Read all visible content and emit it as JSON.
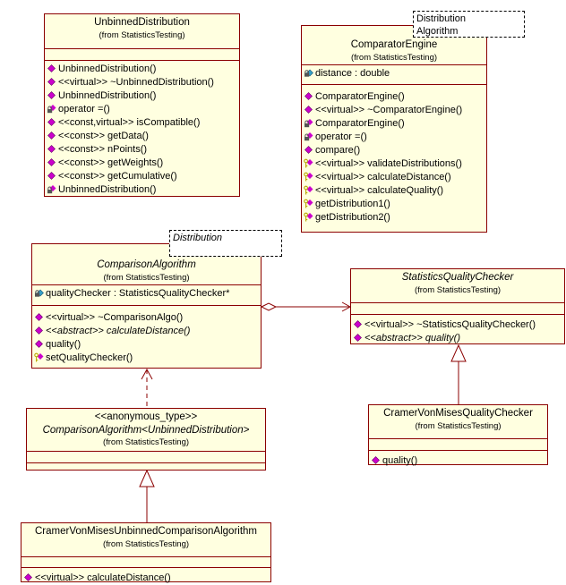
{
  "classes": {
    "unbinned": {
      "name": "UnbinnedDistribution",
      "from": "(from StatisticsTesting)",
      "operations": [
        {
          "text": "UnbinnedDistribution()",
          "icon": "public"
        },
        {
          "text": "<<virtual>> ~UnbinnedDistribution()",
          "icon": "public"
        },
        {
          "text": "UnbinnedDistribution()",
          "icon": "public"
        },
        {
          "text": "operator =()",
          "icon": "private"
        },
        {
          "text": "<<const,virtual>> isCompatible()",
          "icon": "public"
        },
        {
          "text": "<<const>> getData()",
          "icon": "public"
        },
        {
          "text": "<<const>> nPoints()",
          "icon": "public"
        },
        {
          "text": "<<const>> getWeights()",
          "icon": "public"
        },
        {
          "text": "<<const>> getCumulative()",
          "icon": "public"
        },
        {
          "text": "UnbinnedDistribution()",
          "icon": "private"
        }
      ]
    },
    "comparator": {
      "template": [
        "Distribution",
        "Algorithm"
      ],
      "name": "ComparatorEngine",
      "from": "(from StatisticsTesting)",
      "attributes": [
        {
          "text": "distance : double",
          "icon": "private-attr"
        }
      ],
      "operations": [
        {
          "text": "ComparatorEngine()",
          "icon": "public"
        },
        {
          "text": "<<virtual>> ~ComparatorEngine()",
          "icon": "public"
        },
        {
          "text": "ComparatorEngine()",
          "icon": "private"
        },
        {
          "text": "operator =()",
          "icon": "private"
        },
        {
          "text": "compare()",
          "icon": "public"
        },
        {
          "text": "<<virtual>> validateDistributions()",
          "icon": "protected"
        },
        {
          "text": "<<virtual>> calculateDistance()",
          "icon": "protected"
        },
        {
          "text": "<<virtual>> calculateQuality()",
          "icon": "protected"
        },
        {
          "text": "getDistribution1()",
          "icon": "protected"
        },
        {
          "text": "getDistribution2()",
          "icon": "protected"
        }
      ]
    },
    "comparison": {
      "template": [
        "Distribution"
      ],
      "name": "ComparisonAlgorithm",
      "from": "(from StatisticsTesting)",
      "attributes": [
        {
          "text": "qualityChecker : StatisticsQualityChecker*",
          "icon": "private-attr"
        }
      ],
      "operations": [
        {
          "text": "<<virtual>> ~ComparisonAlgo()",
          "icon": "public",
          "italic": false
        },
        {
          "text": "<<abstract>> calculateDistance()",
          "icon": "public",
          "italic": true
        },
        {
          "text": "quality()",
          "icon": "public",
          "italic": false
        },
        {
          "text": "setQualityChecker()",
          "icon": "protected",
          "italic": false
        }
      ]
    },
    "checker": {
      "name": "StatisticsQualityChecker",
      "from": "(from StatisticsTesting)",
      "operations": [
        {
          "text": "<<virtual>> ~StatisticsQualityChecker()",
          "icon": "public",
          "italic": false
        },
        {
          "text": "<<abstract>> quality()",
          "icon": "public",
          "italic": true
        }
      ]
    },
    "anon": {
      "stereotype": "<<anonymous_type>>",
      "name": "ComparisonAlgorithm<UnbinnedDistribution>",
      "from": "(from StatisticsTesting)"
    },
    "cramerChecker": {
      "name": "CramerVonMisesQualityChecker",
      "from": "(from StatisticsTesting)",
      "operations": [
        {
          "text": "quality()",
          "icon": "public"
        }
      ]
    },
    "cramerUnbinned": {
      "name": "CramerVonMisesUnbinnedComparisonAlgorithm",
      "from": "(from StatisticsTesting)",
      "operations": [
        {
          "text": "<<virtual>> calculateDistance()",
          "icon": "public"
        }
      ]
    }
  },
  "colors": {
    "box_fill": "#ffffe0",
    "box_border": "#8b0000",
    "public_icon": "#cc00cc",
    "attr_icon": "#33a0c8",
    "lock": "#555555",
    "key": "#b8a800",
    "line": "#8b0000"
  }
}
